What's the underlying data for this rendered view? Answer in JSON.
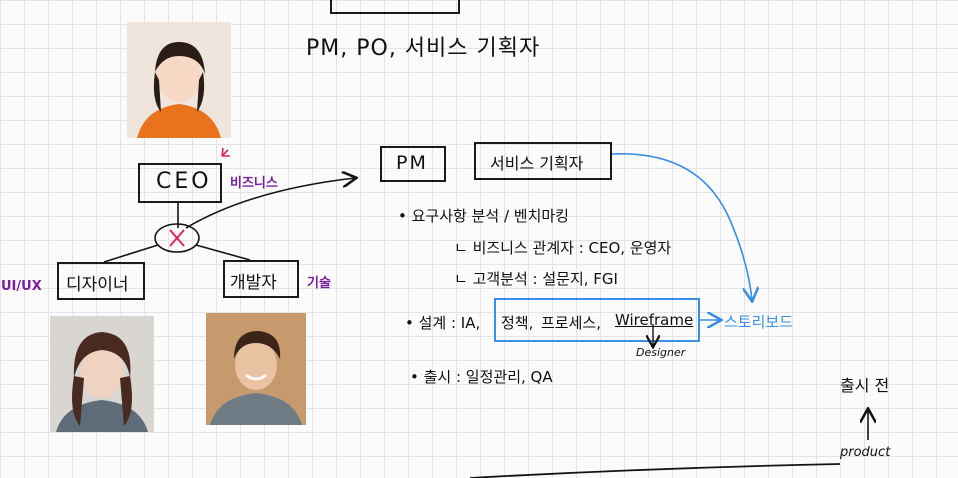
{
  "roles_header": "PM, PO, 서비스 기획자",
  "org": {
    "ceo": "CEO",
    "ceo_note": "비즈니스",
    "designer": "디자이너",
    "designer_note": "UI/UX",
    "developer": "개발자",
    "developer_note": "기술"
  },
  "pm_box": "PM",
  "planner_box": "서비스 기획자",
  "tasks": {
    "requirements": "• 요구사항 분석 / 벤치마킹",
    "stakeholders": "ㄴ 비즈니스 관계자 : CEO, 운영자",
    "customer": "ㄴ 고객분석 : 설문지, FGI",
    "design_prefix": "• 설계 : IA,",
    "design_boxed": [
      "정책,",
      "프로세스,",
      "Wireframe"
    ],
    "designer_note": "Designer",
    "storyboard": "스토리보드",
    "launch": "• 출시 : 일정관리, QA"
  },
  "timeline": {
    "before_launch": "출시 전",
    "product": "product"
  },
  "colors": {
    "ink": "#141414",
    "purple": "#7b1fa2",
    "blue": "#3a8ee6",
    "red": "#e0245e"
  }
}
